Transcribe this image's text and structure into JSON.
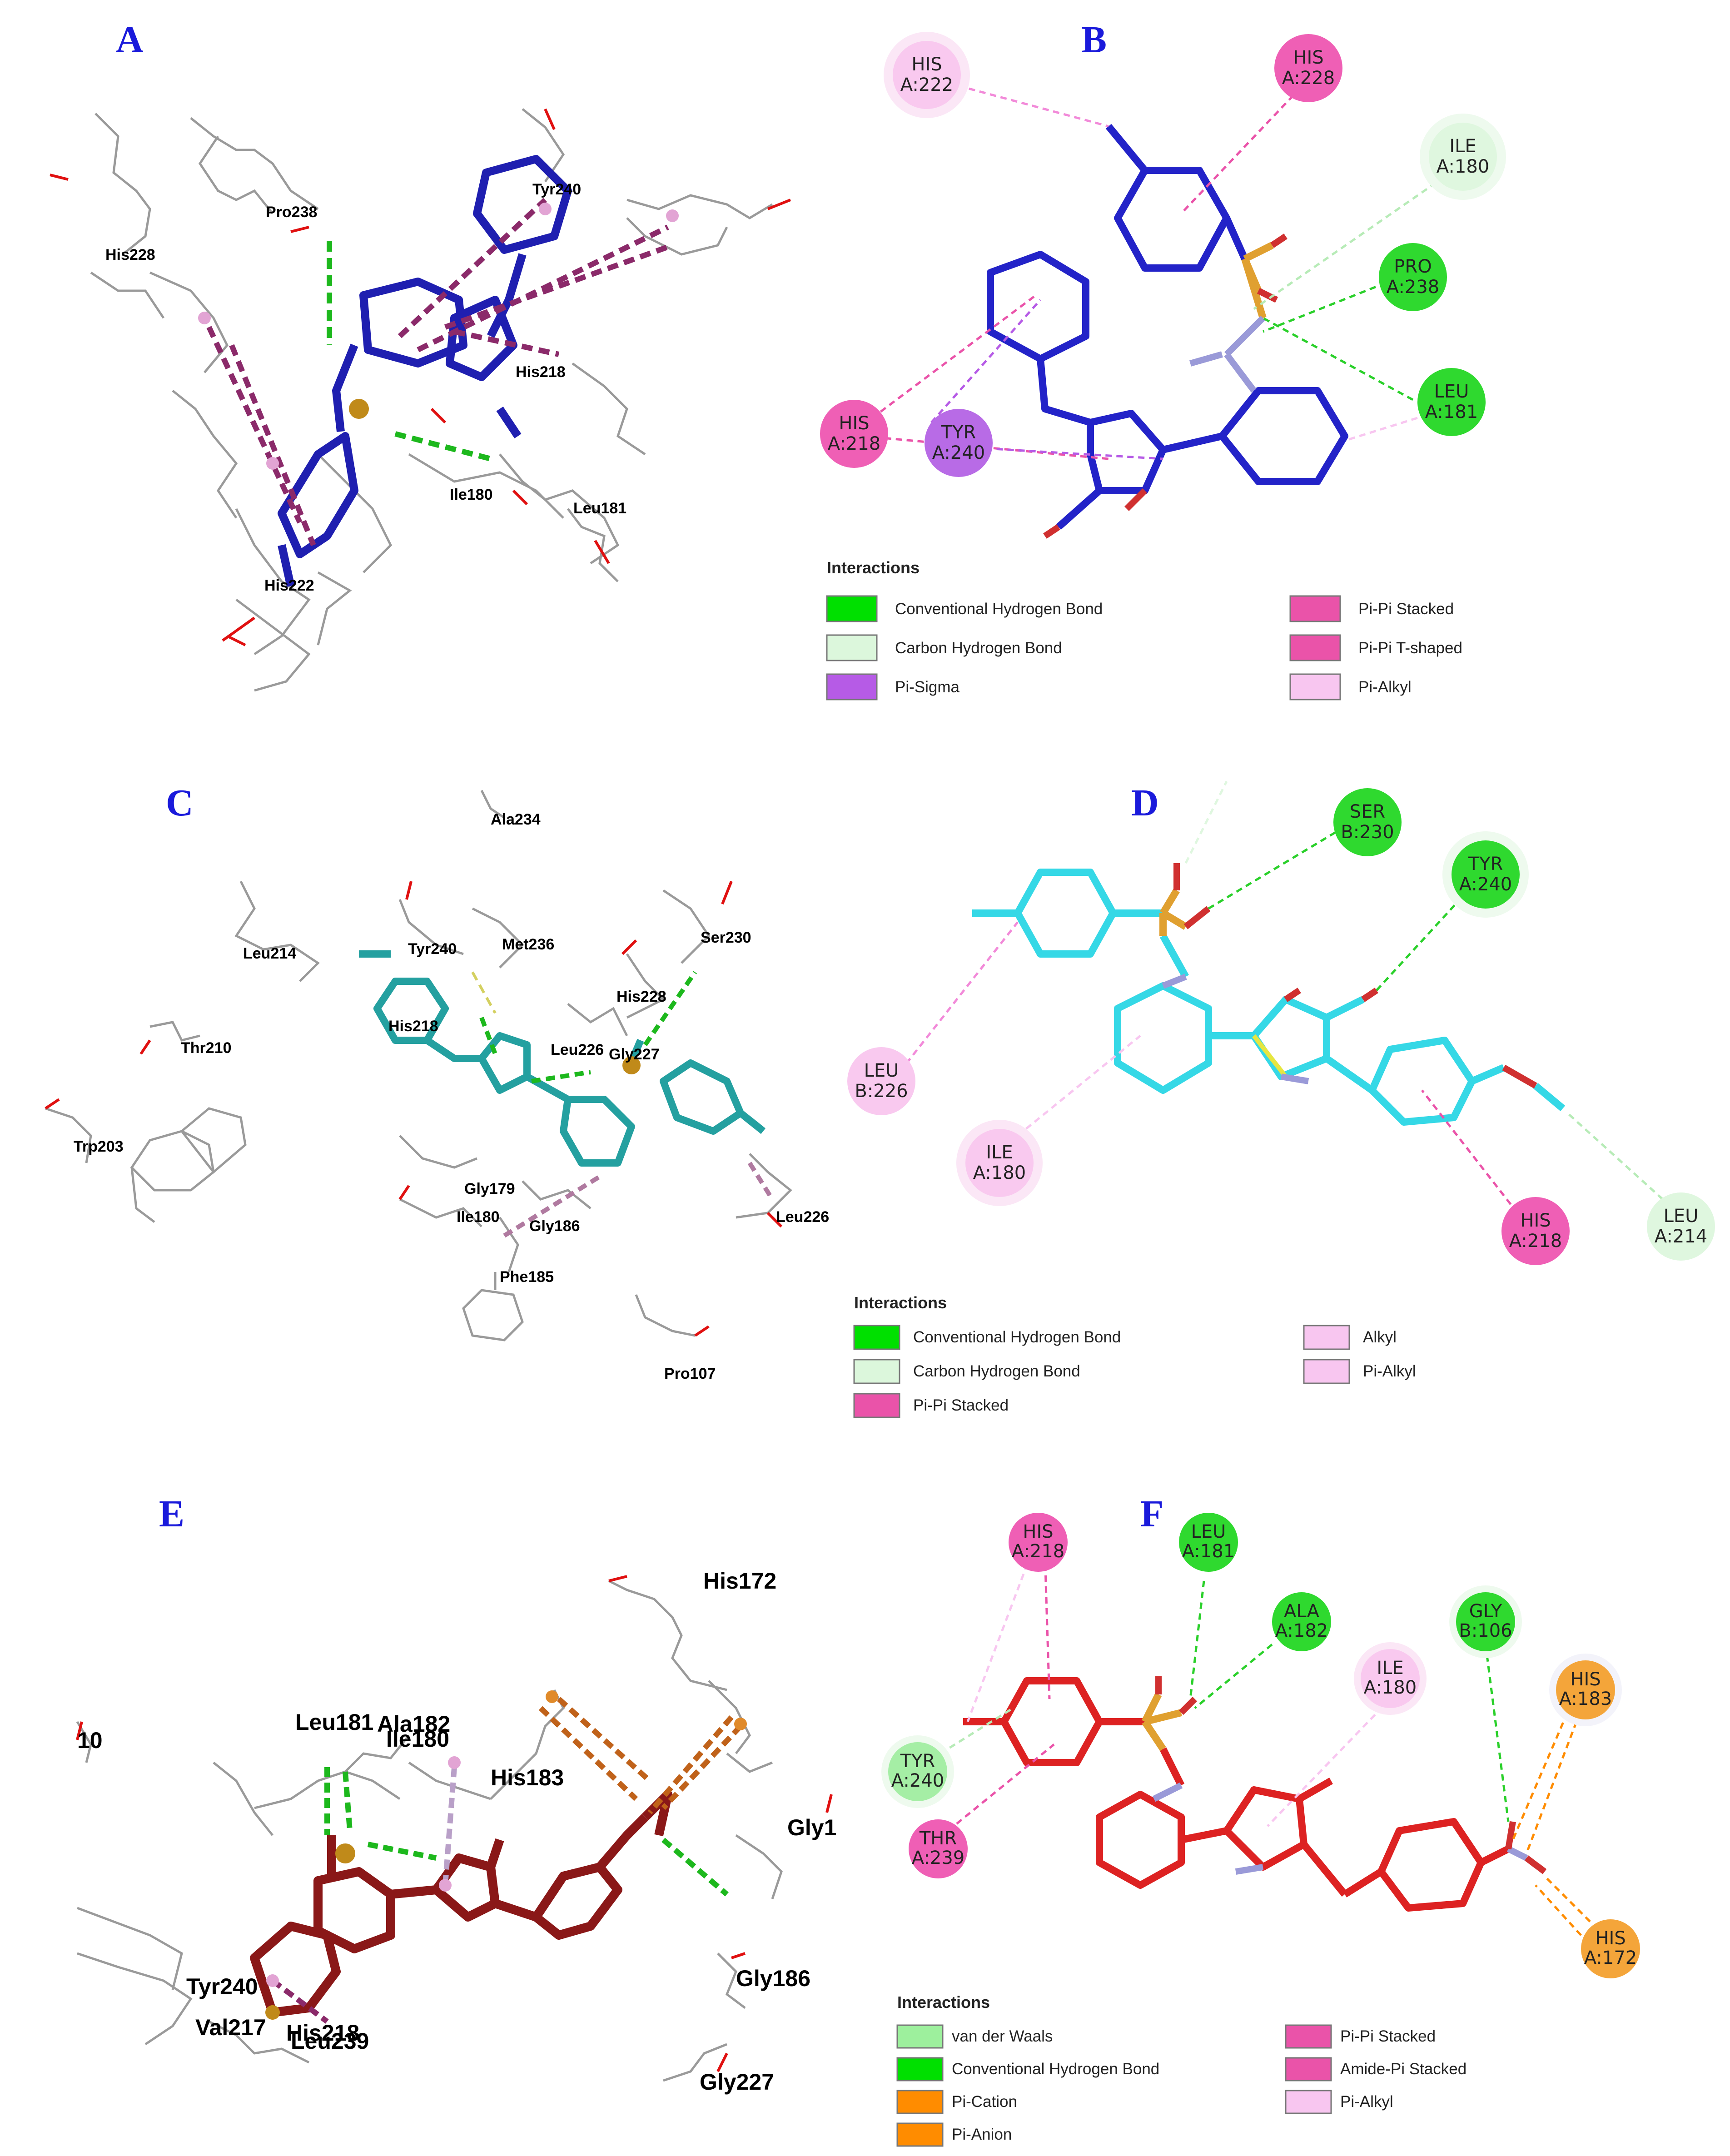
{
  "panels": {
    "A": {
      "label": "A",
      "residues": [
        "Pro238",
        "His228",
        "Tyr240",
        "His218",
        "Ile180",
        "Leu181",
        "His222"
      ]
    },
    "B": {
      "label": "B",
      "bubbles": [
        {
          "l1": "HIS",
          "l2": "A:222",
          "fill": "#f9c9ef"
        },
        {
          "l1": "HIS",
          "l2": "A:228",
          "fill": "#ef5fb5"
        },
        {
          "l1": "ILE",
          "l2": "A:180",
          "fill": "#dff7df"
        },
        {
          "l1": "PRO",
          "l2": "A:238",
          "fill": "#2fd92f"
        },
        {
          "l1": "LEU",
          "l2": "A:181",
          "fill": "#2fd92f"
        },
        {
          "l1": "HIS",
          "l2": "A:218",
          "fill": "#ef5fb5"
        },
        {
          "l1": "TYR",
          "l2": "A:240",
          "fill": "#b86be6"
        }
      ],
      "legend_title": "Interactions",
      "legend": [
        {
          "label": "Conventional Hydrogen Bond",
          "color": "#00e000"
        },
        {
          "label": "Carbon Hydrogen Bond",
          "color": "#dcf7dc"
        },
        {
          "label": "Pi-Sigma",
          "color": "#b65be6"
        },
        {
          "label": "Pi-Pi Stacked",
          "color": "#ea53a9"
        },
        {
          "label": "Pi-Pi T-shaped",
          "color": "#ea53a9"
        },
        {
          "label": "Pi-Alkyl",
          "color": "#f8c6f0"
        }
      ]
    },
    "C": {
      "label": "C",
      "residues": [
        "Ala234",
        "Leu214",
        "Tyr240",
        "Met236",
        "Ser230",
        "His228",
        "His218",
        "Thr210",
        "Leu226",
        "Gly227",
        "Trp203",
        "Gly179",
        "Ile180",
        "Gly186",
        "Leu226",
        "Phe185",
        "Pro107"
      ]
    },
    "D": {
      "label": "D",
      "bubbles": [
        {
          "l1": "SER",
          "l2": "B:230",
          "fill": "#2fd92f"
        },
        {
          "l1": "TYR",
          "l2": "A:240",
          "fill": "#2fd92f"
        },
        {
          "l1": "LEU",
          "l2": "B:226",
          "fill": "#f9c9ef"
        },
        {
          "l1": "ILE",
          "l2": "A:180",
          "fill": "#f9c9ef"
        },
        {
          "l1": "HIS",
          "l2": "A:218",
          "fill": "#ef5fb5"
        },
        {
          "l1": "LEU",
          "l2": "A:214",
          "fill": "#dff7df"
        }
      ],
      "legend_title": "Interactions",
      "legend": [
        {
          "label": "Conventional Hydrogen Bond",
          "color": "#00e000"
        },
        {
          "label": "Carbon Hydrogen Bond",
          "color": "#dcf7dc"
        },
        {
          "label": "Pi-Pi Stacked",
          "color": "#ea53a9"
        },
        {
          "label": "Alkyl",
          "color": "#f8c6f0"
        },
        {
          "label": "Pi-Alkyl",
          "color": "#f8c6f0"
        }
      ]
    },
    "E": {
      "label": "E",
      "residues": [
        "His172",
        "10",
        "Leu181",
        "Ala182",
        "Ile180",
        "His183",
        "Gly1",
        "Tyr240",
        "Gly186",
        "Val217",
        "His218",
        "Leu239",
        "Gly227"
      ]
    },
    "F": {
      "label": "F",
      "bubbles": [
        {
          "l1": "HIS",
          "l2": "A:218",
          "fill": "#ef5fb5"
        },
        {
          "l1": "LEU",
          "l2": "A:181",
          "fill": "#2fd92f"
        },
        {
          "l1": "ALA",
          "l2": "A:182",
          "fill": "#2fd92f"
        },
        {
          "l1": "GLY",
          "l2": "B:106",
          "fill": "#2fd92f"
        },
        {
          "l1": "ILE",
          "l2": "A:180",
          "fill": "#f9c9ef"
        },
        {
          "l1": "HIS",
          "l2": "A:183",
          "fill": "#f4a53a"
        },
        {
          "l1": "TYR",
          "l2": "A:240",
          "fill": "#a5eea5"
        },
        {
          "l1": "THR",
          "l2": "A:239",
          "fill": "#ef5fb5"
        },
        {
          "l1": "HIS",
          "l2": "A:172",
          "fill": "#f4a53a"
        }
      ],
      "legend_title": "Interactions",
      "legend": [
        {
          "label": "van der Waals",
          "color": "#9df09d"
        },
        {
          "label": "Conventional Hydrogen Bond",
          "color": "#00e000"
        },
        {
          "label": "Pi-Cation",
          "color": "#ff8c00"
        },
        {
          "label": "Pi-Anion",
          "color": "#ff8c00"
        },
        {
          "label": "Pi-Pi Stacked",
          "color": "#ea53a9"
        },
        {
          "label": "Amide-Pi Stacked",
          "color": "#ea53a9"
        },
        {
          "label": "Pi-Alkyl",
          "color": "#f8c6f0"
        }
      ]
    }
  }
}
